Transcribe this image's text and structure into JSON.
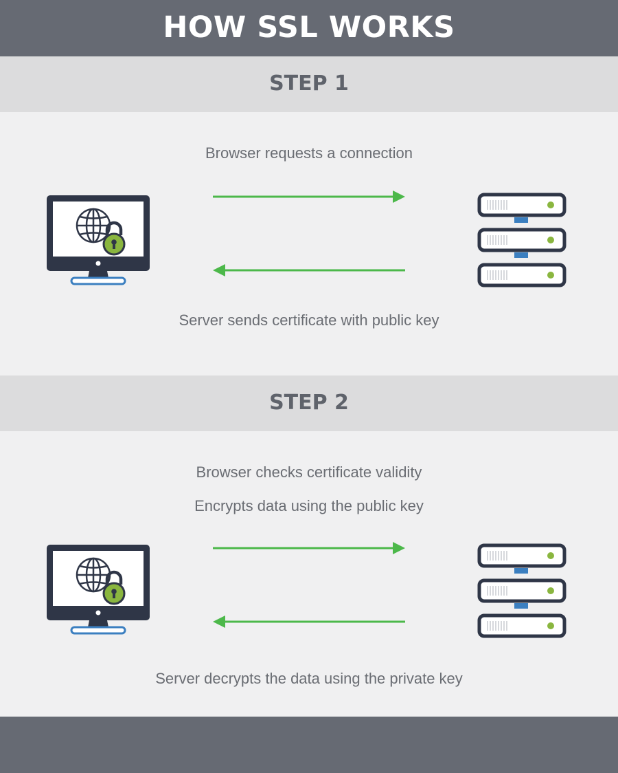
{
  "title": "HOW SSL WORKS",
  "colors": {
    "band_dark": "#666a73",
    "band_light": "#dcdcdd",
    "background": "#f0f0f1",
    "icon_navy": "#2f3647",
    "icon_blue": "#3b7fc0",
    "lock_green": "#8ab63f",
    "arrow_green": "#4cb84a",
    "caption_gray": "#6a6d73"
  },
  "steps": [
    {
      "label": "STEP 1",
      "captions_top": [
        "Browser requests a connection"
      ],
      "caption_bottom": "Server sends certificate with public key",
      "arrows": [
        "right",
        "left"
      ],
      "client_icon": "monitor-globe-lock-icon",
      "server_icon": "server-rack-icon"
    },
    {
      "label": "STEP 2",
      "captions_top": [
        "Browser checks certificate validity",
        "Encrypts data using the public key"
      ],
      "caption_bottom": "Server decrypts the data using the private key",
      "arrows": [
        "right",
        "left"
      ],
      "client_icon": "monitor-globe-lock-icon",
      "server_icon": "server-rack-icon"
    }
  ]
}
